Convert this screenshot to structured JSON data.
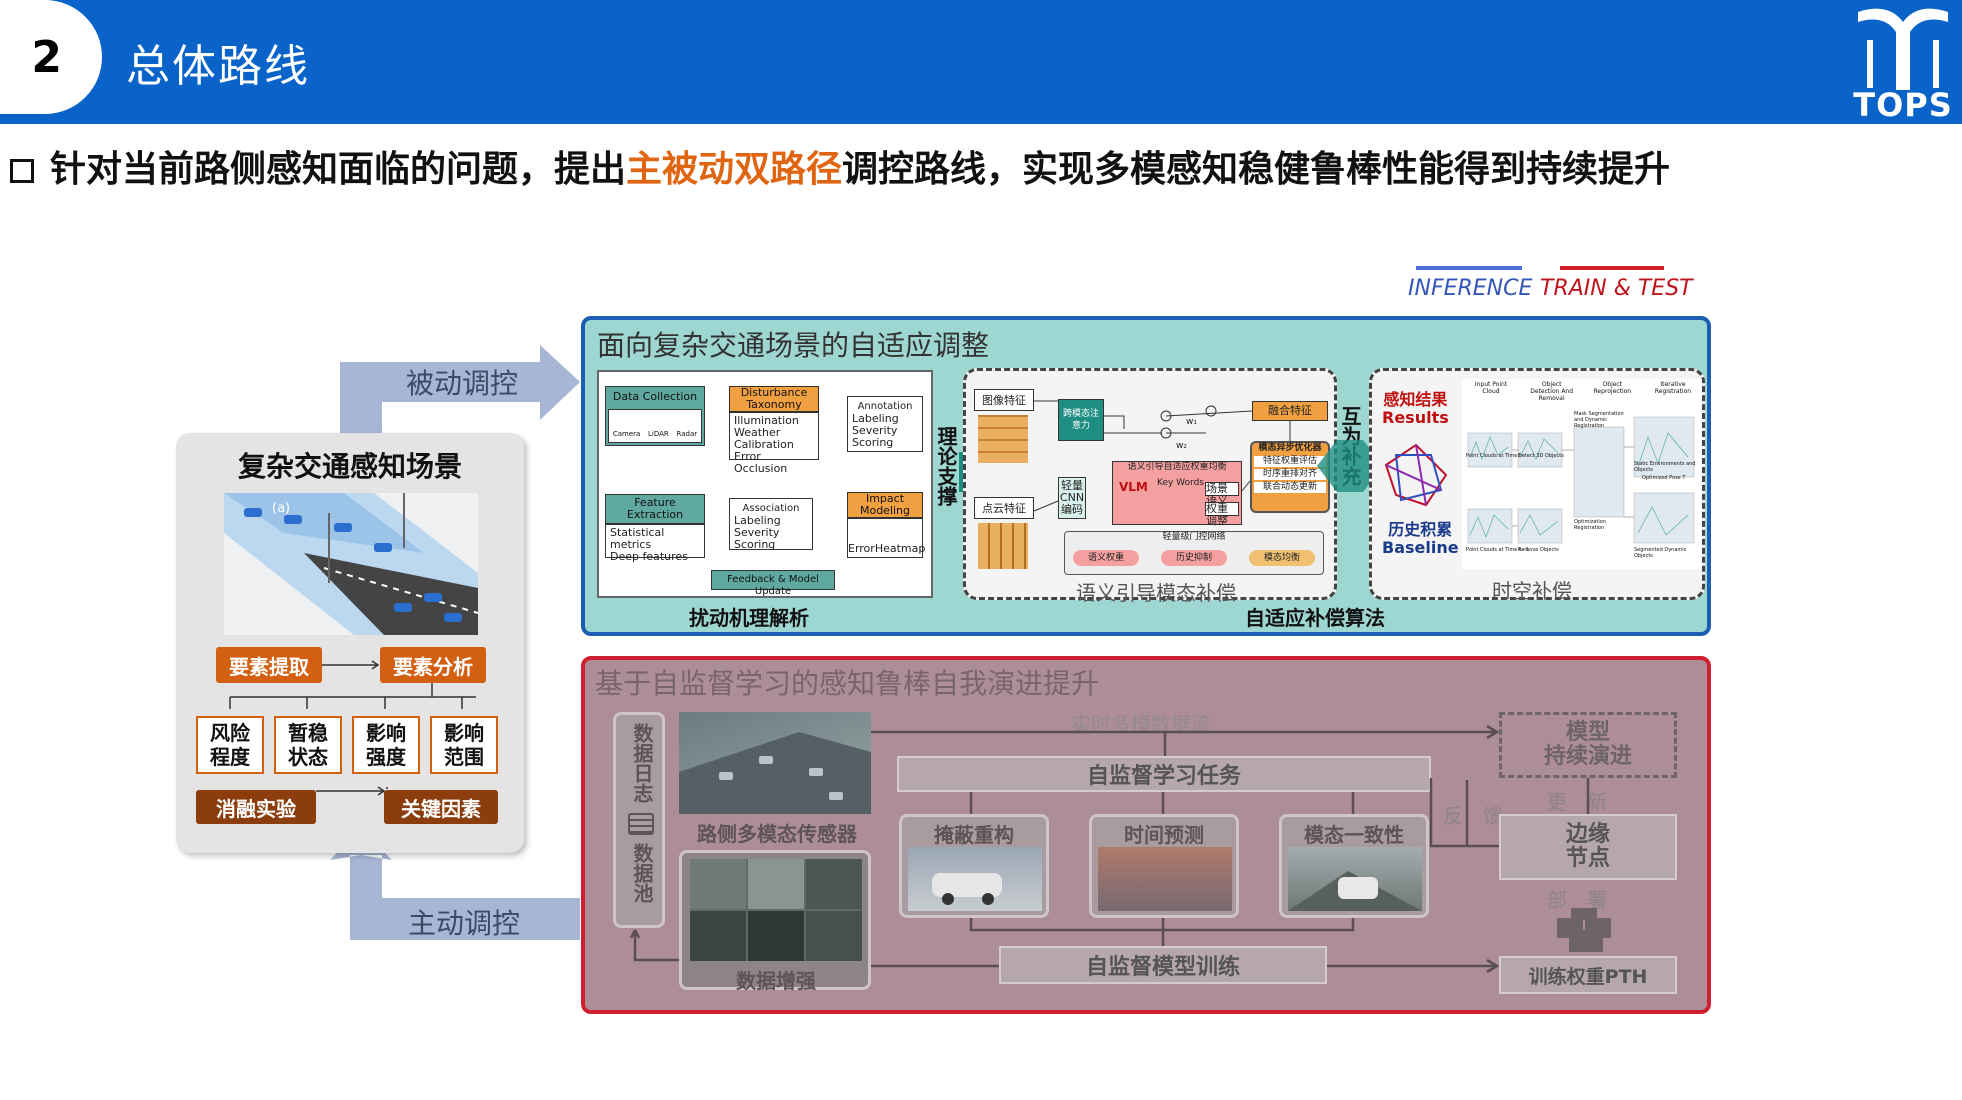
{
  "header": {
    "slide_number": "2",
    "title": "总体路线",
    "logo_text": "TOPS"
  },
  "subtitle": {
    "before": "针对当前路侧感知面临的问题，提出",
    "highlight": "主被动双路径",
    "after": "调控路线，实现多模感知稳健鲁棒性能得到持续提升"
  },
  "legend": {
    "inference": "INFERENCE",
    "train_test": "TRAIN & TEST",
    "inference_color": "#4a72d4",
    "train_color": "#d0202a"
  },
  "scene": {
    "title": "复杂交通感知场景",
    "image_label": "(a)",
    "extract": "要素提取",
    "analysis": "要素分析",
    "factors": [
      "风险\n程度",
      "暂稳\n状态",
      "影响\n强度",
      "影响\n范围"
    ],
    "ablation": "消融实验",
    "key_factors": "关键因素"
  },
  "arrows": {
    "passive": "被动调控",
    "active": "主动调控"
  },
  "top_panel": {
    "title": "面向复杂交通场景的自适应调整",
    "mechanism": {
      "label": "扰动机理解析",
      "data_collection": "Data Collection",
      "sensors": [
        "Camera",
        "LiDAR",
        "Radar"
      ],
      "taxonomy_title": "Disturbance Taxonomy",
      "taxonomy_items": [
        "Illumination",
        "Weather",
        "Calibration Error",
        "Occlusion"
      ],
      "annotation_title": "Annotation",
      "annotation_items": [
        "Labeling",
        "Severity Scoring"
      ],
      "feature_title": "Feature Extraction",
      "feature_items": [
        "Statistical metrics",
        "Deep features"
      ],
      "association_title": "Association",
      "association_items": [
        "Labeling",
        "Severity Scoring"
      ],
      "impact_title": "Impact Modeling",
      "impact_items": [
        "Error",
        "Heatmap"
      ],
      "feedback": "Feedback & Model Update"
    },
    "theory": "理论支撑",
    "semantic": {
      "label": "语义引导模态补偿",
      "image_feat": "图像特征",
      "pc_feat": "点云特征",
      "cross_attn": "跨模态注意力",
      "lite_cnn": "轻量CNN编码",
      "vlm": "VLM",
      "weight_title": "语义引导自适应权重均衡",
      "key_words": "Key Words",
      "scene_sem": "场景语义",
      "weight_adj": "权重调整",
      "fuse_feat": "融合特征",
      "async_title": "模态异步优化器",
      "async_items": [
        "特征权重评估",
        "时序重排对齐",
        "联合动态更新"
      ],
      "gate_title": "轻量级门控网络",
      "gate_items": [
        "语义权重",
        "历史抑制",
        "模态均衡"
      ],
      "w1": "w₁",
      "w2": "w₂"
    },
    "complement": "互为补充",
    "temporal": {
      "label": "时空补偿",
      "results_cn": "感知结果",
      "results_en": "Results",
      "baseline_cn": "历史积累",
      "baseline_en": "Baseline",
      "col_heads": [
        "Input Point Cloud",
        "Object Detection And Removal",
        "Object Reprojection",
        "Iterative Registration"
      ],
      "notes": [
        "Point Clouds at Time t",
        "Detect 3D Objects",
        "Mask Segmentation and Dynamic Registration",
        "Static Environments and Objects",
        "Optimized Pose T",
        "Point Clouds at Time t - 1",
        "Remove Objects",
        "Optimization Registration",
        "Segmented Dynamic Objects"
      ]
    },
    "algo_label": "自适应补偿算法"
  },
  "bottom_panel": {
    "title": "基于自监督学习的感知鲁棒自我演进提升",
    "data_log": "数据日志",
    "data_pool": "数据池",
    "sensors": "路侧多模态传感器",
    "realtime": "实时多模数据流",
    "augment": "数据增强",
    "ssl_task": "自监督学习任务",
    "tasks": [
      "掩蔽重构",
      "时间预测",
      "模态一致性"
    ],
    "ssl_train": "自监督模型训练",
    "evolve": "模型\n持续演进",
    "update": "更　新",
    "feedback": "反　馈",
    "edge": "边缘\n节点",
    "deploy": "部　署",
    "weights": "训练权重PTH"
  }
}
